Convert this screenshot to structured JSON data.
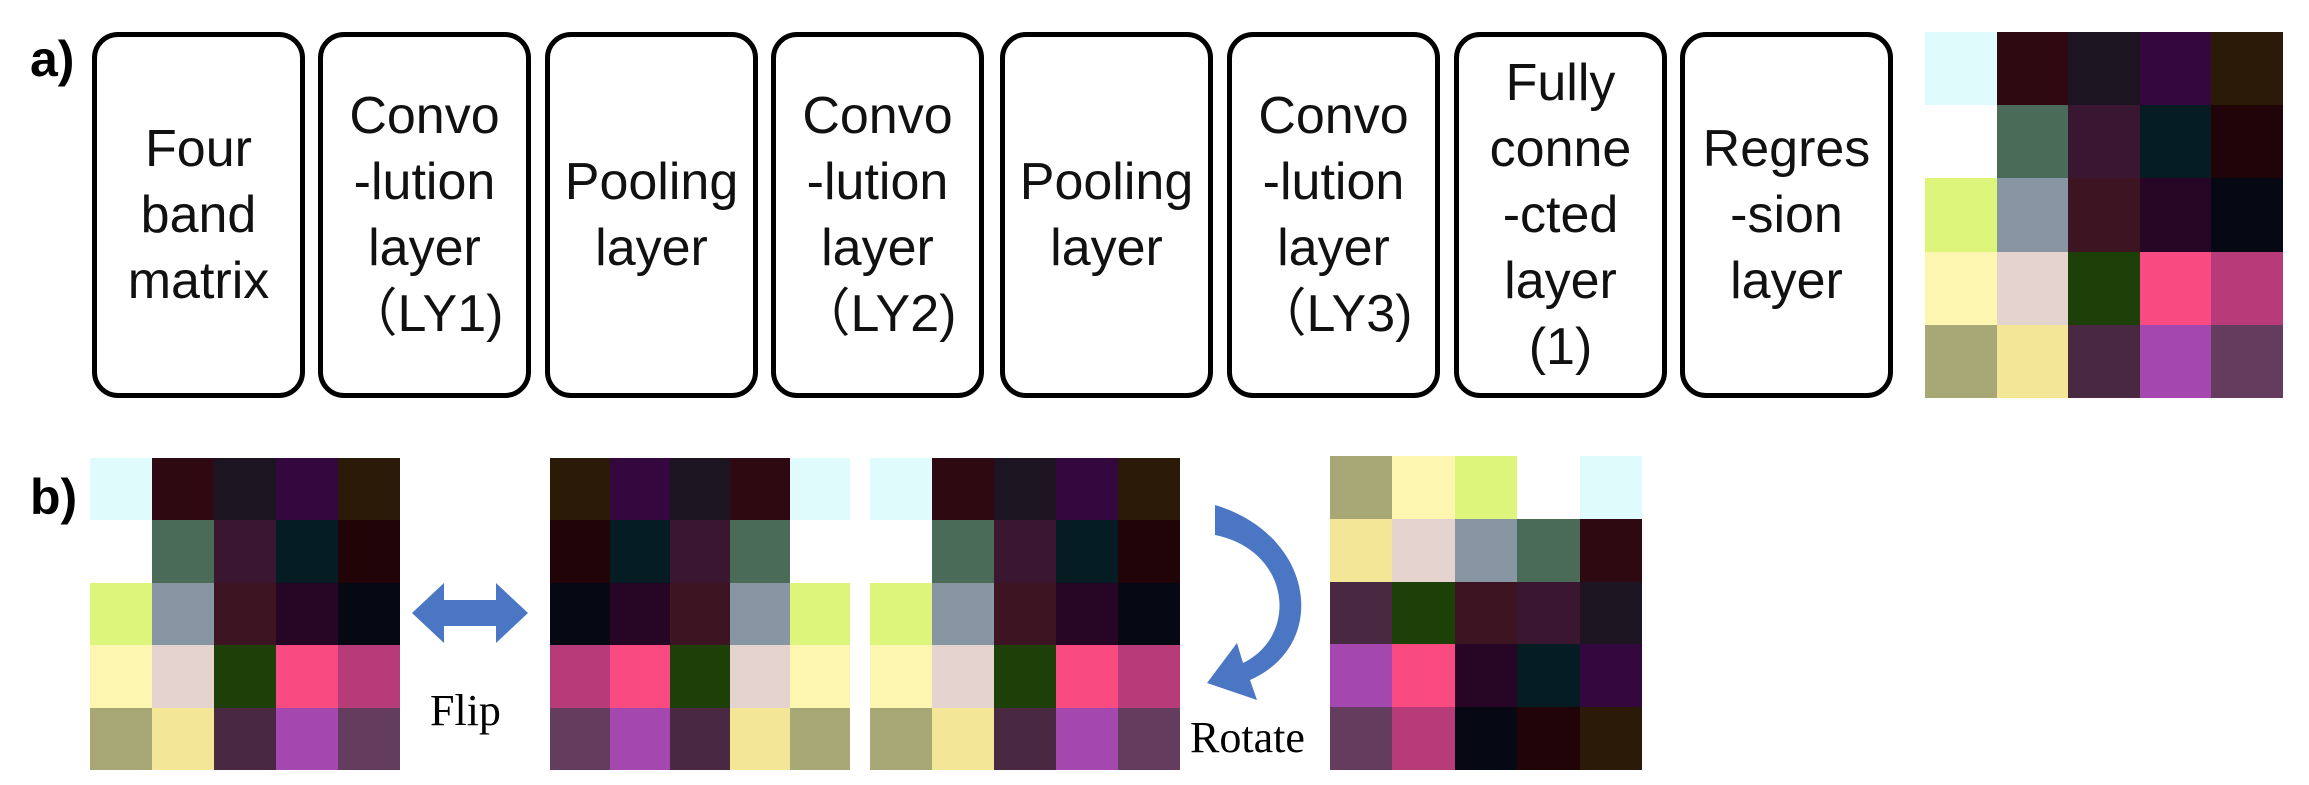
{
  "panel_a": {
    "label": "a)",
    "boxes": [
      {
        "text": "Four\nband\nmatrix"
      },
      {
        "text": "Convo\n-lution\nlayer\n（LY1)"
      },
      {
        "text": "Pooling\nlayer"
      },
      {
        "text": "Convo\n-lution\nlayer\n（LY2)"
      },
      {
        "text": "Pooling\nlayer"
      },
      {
        "text": "Convo\n-lution\nlayer\n（LY3)"
      },
      {
        "text": "Fully\nconne\n-cted\nlayer\n(1)"
      },
      {
        "text": "Regres\n-sion\nlayer"
      }
    ]
  },
  "panel_b": {
    "label": "b)",
    "flip_label": "Flip",
    "rotate_label": "Rotate"
  },
  "matrices": {
    "original": [
      [
        "#e0fbfb",
        "#2e0912",
        "#1c1420",
        "#34083e",
        "#2b1a08"
      ],
      [
        "#ffffff",
        "#4a6b58",
        "#3a1630",
        "#051c22",
        "#200408"
      ],
      [
        "#ddf57a",
        "#8896a4",
        "#3c1422",
        "#260624",
        "#060814"
      ],
      [
        "#fdf6b0",
        "#e5d3cf",
        "#1d3f08",
        "#fa4a82",
        "#b73b79"
      ],
      [
        "#a8a876",
        "#f3e697",
        "#492842",
        "#a448b0",
        "#633c5e"
      ]
    ],
    "flipped": [
      [
        "#2b1a08",
        "#34083e",
        "#1c1420",
        "#2e0912",
        "#e0fbfb"
      ],
      [
        "#200408",
        "#051c22",
        "#3a1630",
        "#4a6b58",
        "#ffffff"
      ],
      [
        "#060814",
        "#260624",
        "#3c1422",
        "#8896a4",
        "#ddf57a"
      ],
      [
        "#b73b79",
        "#fa4a82",
        "#1d3f08",
        "#e5d3cf",
        "#fdf6b0"
      ],
      [
        "#633c5e",
        "#a448b0",
        "#492842",
        "#f3e697",
        "#a8a876"
      ]
    ],
    "rotated": [
      [
        "#a8a876",
        "#fdf6b0",
        "#ddf57a",
        "#ffffff",
        "#e0fbfb"
      ],
      [
        "#f3e697",
        "#e5d3cf",
        "#8896a4",
        "#4a6b58",
        "#2e0912"
      ],
      [
        "#492842",
        "#1d3f08",
        "#3c1422",
        "#3a1630",
        "#1c1420"
      ],
      [
        "#a448b0",
        "#fa4a82",
        "#260624",
        "#051c22",
        "#34083e"
      ],
      [
        "#633c5e",
        "#b73b79",
        "#060814",
        "#200408",
        "#2b1a08"
      ]
    ]
  },
  "colors": {
    "arrow": "#4a76c4",
    "border": "#000000"
  }
}
